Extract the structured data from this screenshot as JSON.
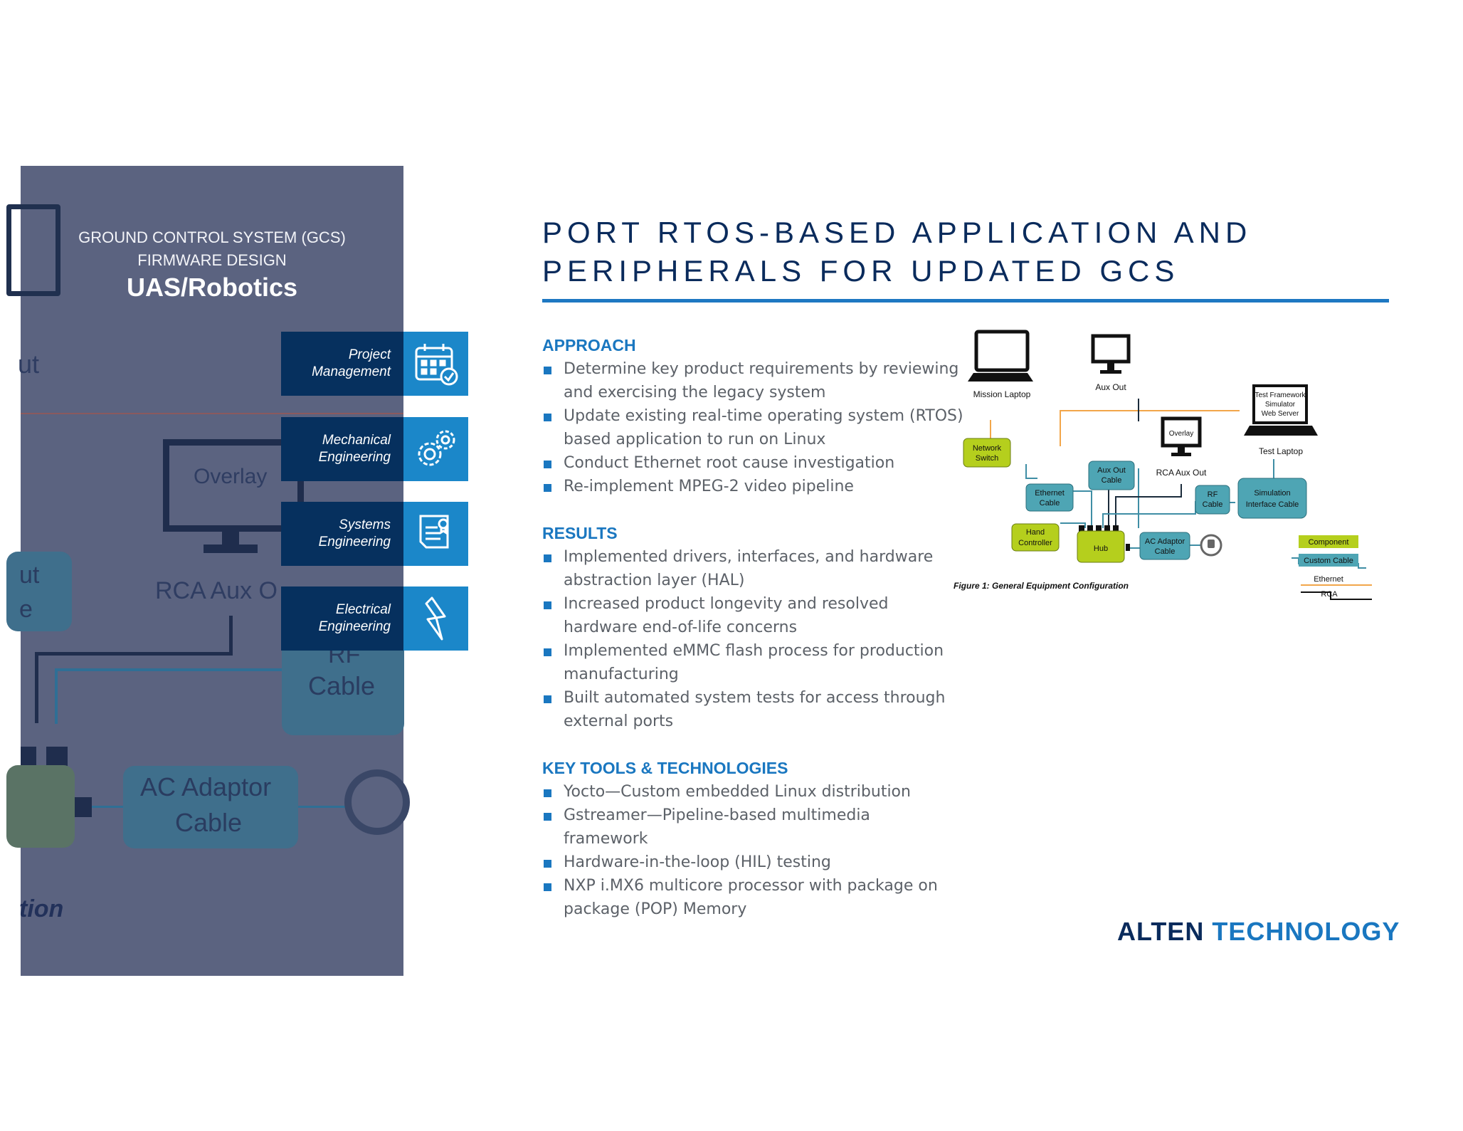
{
  "left_panel": {
    "sub_line1": "GROUND CONTROL SYSTEM (GCS)",
    "sub_line2": "FIRMWARE DESIGN",
    "title": "UAS/Robotics",
    "bg_ghost": {
      "ut1": "ut",
      "overlay": "Overlay",
      "ut2": "ut",
      "e": "e",
      "rca": "RCA Aux O",
      "rf": "RF",
      "cable": "Cable",
      "ac1": "AC Adaptor",
      "ac2": "Cable",
      "tion": "tion"
    },
    "services": [
      {
        "line1": "Project",
        "line2": "Management",
        "icon": "calendar-check-icon"
      },
      {
        "line1": "Mechanical",
        "line2": "Engineering",
        "icon": "gears-icon"
      },
      {
        "line1": "Systems",
        "line2": "Engineering",
        "icon": "certificate-document-icon"
      },
      {
        "line1": "Electrical",
        "line2": "Engineering",
        "icon": "lightning-bolt-icon"
      }
    ]
  },
  "title": {
    "line1": "PORT RTOS-BASED APPLICATION AND",
    "line2": "PERIPHERALS FOR UPDATED GCS"
  },
  "approach": {
    "heading": "APPROACH",
    "items": [
      {
        "l1": "Determine key product requirements by reviewing",
        "l2": "and exercising the legacy system"
      },
      {
        "l1": "Update existing real-time operating system (RTOS)",
        "l2": "based application to run on Linux"
      },
      {
        "l1": "Conduct Ethernet root cause investigation",
        "l2": ""
      },
      {
        "l1": "Re-implement MPEG-2 video pipeline",
        "l2": ""
      }
    ]
  },
  "results": {
    "heading": "RESULTS",
    "items": [
      {
        "l1": "Implemented drivers, interfaces, and hardware",
        "l2": "abstraction layer (HAL)"
      },
      {
        "l1": "Increased product longevity and resolved",
        "l2": "hardware end-of-life concerns"
      },
      {
        "l1": "Implemented eMMC flash process for production",
        "l2": "manufacturing"
      },
      {
        "l1": "Built automated system tests for access through",
        "l2": "external ports"
      }
    ]
  },
  "tools": {
    "heading": "KEY TOOLS & TECHNOLOGIES",
    "items": [
      {
        "l1": "Yocto—Custom embedded Linux distribution",
        "l2": ""
      },
      {
        "l1": "Gstreamer—Pipeline-based multimedia",
        "l2": "framework"
      },
      {
        "l1": "Hardware-in-the-loop (HIL) testing",
        "l2": ""
      },
      {
        "l1": "NXP i.MX6 multicore processor with package on",
        "l2": "package (POP) Memory"
      }
    ]
  },
  "diagram": {
    "mission_laptop": "Mission Laptop",
    "aux_out": "Aux Out",
    "tf1": "Test Framework",
    "tf2": "Simulator",
    "tf3": "Web Server",
    "test_laptop": "Test Laptop",
    "overlay": "Overlay",
    "rca_aux_out": "RCA Aux Out",
    "network1": "Network",
    "network2": "Switch",
    "auxcable1": "Aux Out",
    "auxcable2": "Cable",
    "eth1": "Ethernet",
    "eth2": "Cable",
    "rf1": "RF",
    "rf2": "Cable",
    "sim1": "Simulation",
    "sim2": "Interface Cable",
    "hand1": "Hand",
    "hand2": "Controller",
    "hub": "Hub",
    "ac1": "AC Adaptor",
    "ac2": "Cable",
    "caption": "Figure 1: General Equipment Configuration",
    "legend_component": "Component",
    "legend_custom": "Custom Cable",
    "legend_ethernet": "Ethernet",
    "legend_rca": "RCA",
    "colors": {
      "green": "#b5cf1d",
      "teal": "#4ea5b4",
      "orange": "#f2a64a",
      "cable": "#3f8ea5"
    }
  },
  "logo": {
    "part1": "ALTEN",
    "part2": "TECHNOLOGY"
  }
}
